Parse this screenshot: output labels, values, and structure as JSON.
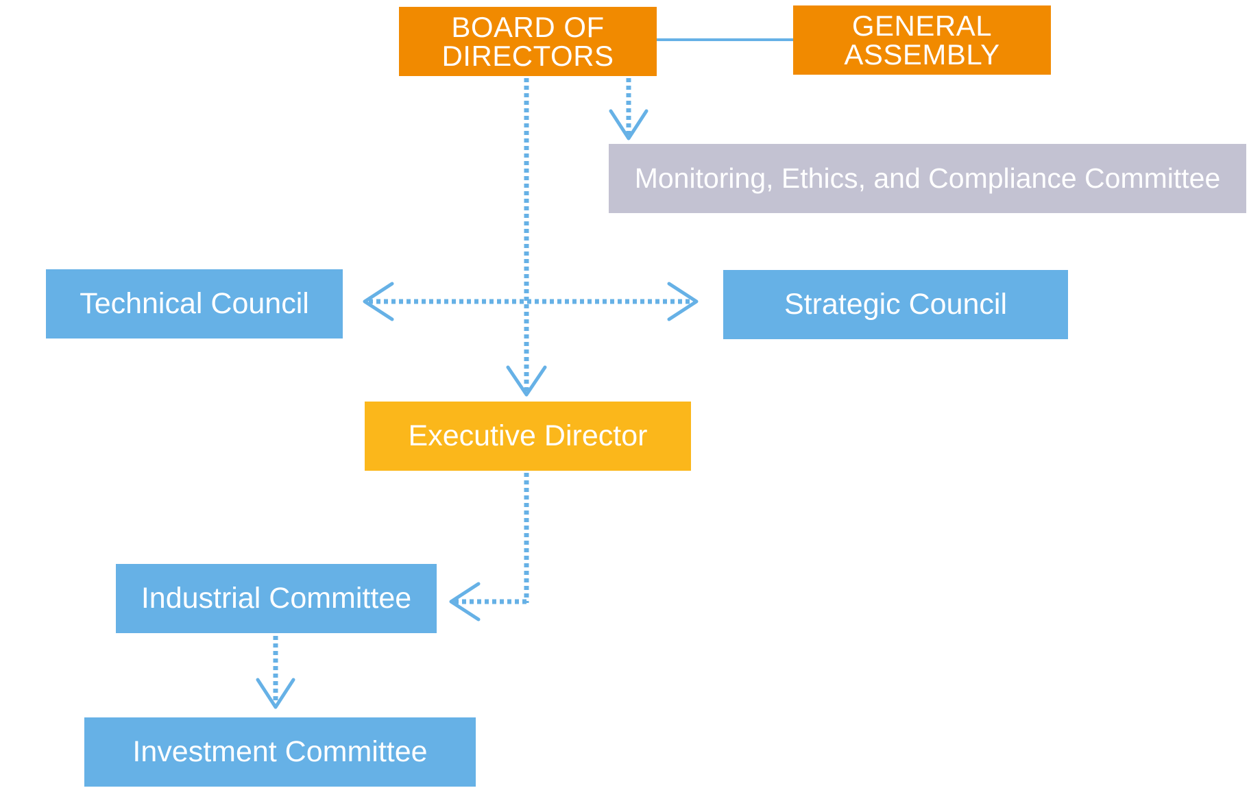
{
  "colors": {
    "orange": "#f18a00",
    "yellow": "#fbb71b",
    "blue": "#66b1e6",
    "grey": "#c3c2d2",
    "connector": "#66b1e6"
  },
  "nodes": {
    "board": {
      "line1": "BOARD OF",
      "line2": "DIRECTORS"
    },
    "assembly": {
      "line1": "GENERAL",
      "line2": "ASSEMBLY"
    },
    "monitoring": {
      "label": "Monitoring, Ethics, and Compliance Committee"
    },
    "technical": {
      "label": "Technical Council"
    },
    "strategic": {
      "label": "Strategic Council"
    },
    "executive": {
      "label": "Executive Director"
    },
    "industrial": {
      "label": "Industrial Committee"
    },
    "investment": {
      "label": "Investment Committee"
    }
  }
}
